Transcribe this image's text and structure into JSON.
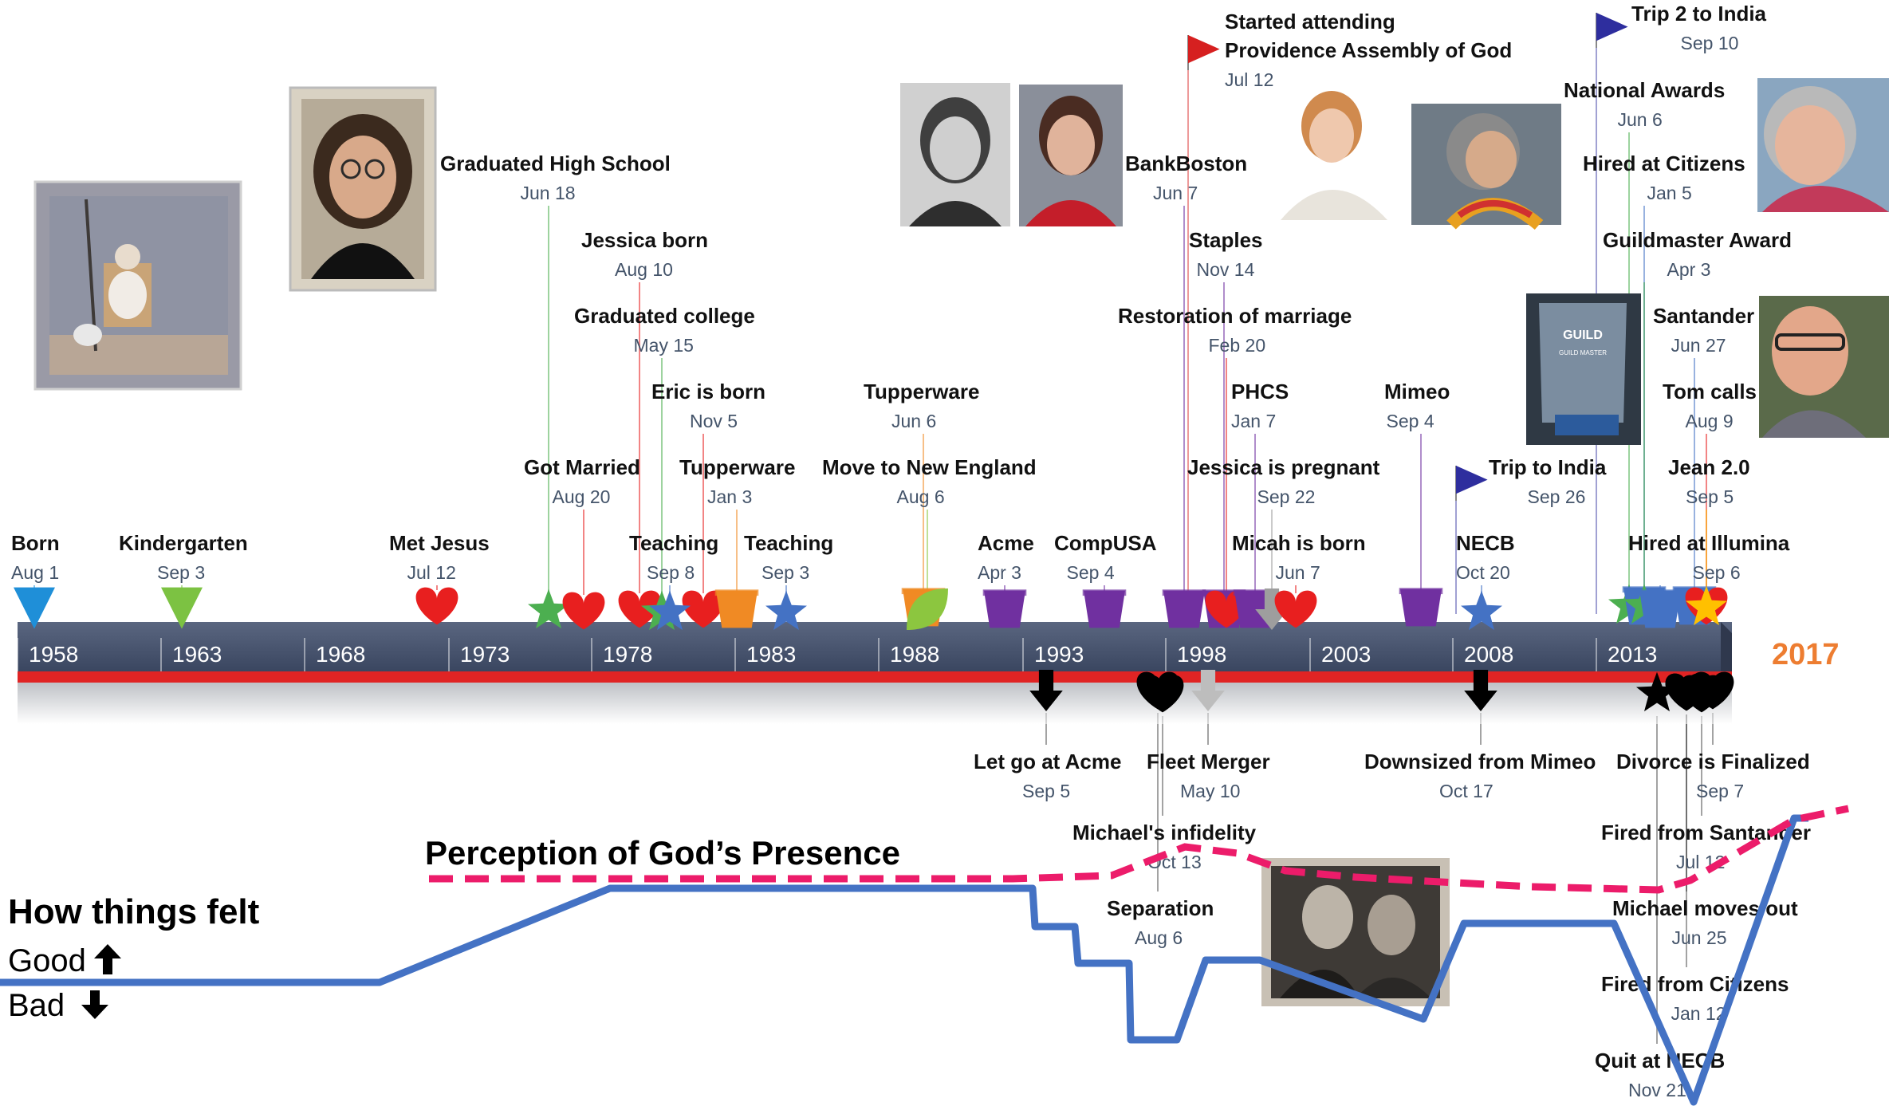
{
  "timeline": {
    "year_ticks": [
      "1958",
      "1963",
      "1968",
      "1973",
      "1978",
      "1983",
      "1988",
      "1993",
      "1998",
      "2003",
      "2008",
      "2013"
    ],
    "final_year": "2017",
    "colors": {
      "bar": "#44546A",
      "underline": "#E02424",
      "final_year": "#ED7D31",
      "god_line": "#EC1C6A",
      "feel_line": "#4472C4"
    }
  },
  "events_above": [
    {
      "title": "Born",
      "date": "Aug 1",
      "marker": "triangle-down-icon",
      "color": "#1F8FD8"
    },
    {
      "title": "Kindergarten",
      "date": "Sep 3",
      "marker": "triangle-down-icon",
      "color": "#7CC242"
    },
    {
      "title": "Met Jesus",
      "date": "Jul 12",
      "marker": "heart-icon",
      "color": "#E81F1F"
    },
    {
      "title": "Graduated High School",
      "date": "Jun 18",
      "marker": "star-icon",
      "color": "#4CAF50"
    },
    {
      "title": "Got Married",
      "date": "Aug 20",
      "marker": "heart-icon",
      "color": "#E81F1F"
    },
    {
      "title": "Jessica born",
      "date": "Aug 10",
      "marker": "heart-icon",
      "color": "#E81F1F"
    },
    {
      "title": "Graduated college",
      "date": "May 15",
      "marker": "star-icon",
      "color": "#4CAF50"
    },
    {
      "title": "Eric is born",
      "date": "Nov 5",
      "marker": "heart-icon",
      "color": "#E81F1F"
    },
    {
      "title": "Teaching",
      "date": "Sep 8",
      "marker": "star-icon",
      "color": "#4472C4"
    },
    {
      "title": "Tupperware",
      "date": "Jan 3",
      "marker": "bucket-icon",
      "color": "#F08A24"
    },
    {
      "title": "Teaching",
      "date": "Sep 3",
      "marker": "star-icon",
      "color": "#4472C4"
    },
    {
      "title": "Tupperware",
      "date": "Jun 6",
      "marker": "bucket-icon",
      "color": "#F08A24"
    },
    {
      "title": "Move to New England",
      "date": "Aug 6",
      "marker": "leaf-icon",
      "color": "#8CC63F"
    },
    {
      "title": "Acme",
      "date": "Apr 3",
      "marker": "bucket-icon",
      "color": "#7030A0"
    },
    {
      "title": "CompUSA",
      "date": "Sep 4",
      "marker": "bucket-icon",
      "color": "#7030A0"
    },
    {
      "title": "BankBoston",
      "date": "Jun 7",
      "marker": "bucket-icon",
      "color": "#7030A0"
    },
    {
      "title": "Started attending Providence Assembly of God",
      "date": "Jul 12",
      "marker": "flag-icon",
      "color": "#D62020"
    },
    {
      "title": "Staples",
      "date": "Nov 14",
      "marker": "bucket-icon",
      "color": "#7030A0"
    },
    {
      "title": "Restoration of marriage",
      "date": "Feb 20",
      "marker": "heart-icon",
      "color": "#E81F1F"
    },
    {
      "title": "PHCS",
      "date": "Jan 7",
      "marker": "bucket-icon",
      "color": "#7030A0"
    },
    {
      "title": "Jessica is pregnant",
      "date": "Sep 22",
      "marker": "arrow-down-icon",
      "color": "#9E9E9E"
    },
    {
      "title": "Micah is born",
      "date": "Jun 7",
      "marker": "heart-icon",
      "color": "#E81F1F"
    },
    {
      "title": "Mimeo",
      "date": "Sep 4",
      "marker": "bucket-icon",
      "color": "#7030A0"
    },
    {
      "title": "NECB",
      "date": "Oct 20",
      "marker": "star-icon",
      "color": "#4472C4"
    },
    {
      "title": "Trip to India",
      "date": "Sep 26",
      "marker": "flag-icon",
      "color": "#2E2E9E"
    },
    {
      "title": "Trip 2 to India",
      "date": "Sep 10",
      "marker": "flag-icon",
      "color": "#2E2E9E"
    },
    {
      "title": "National Awards",
      "date": "Jun 6",
      "marker": "star-icon",
      "color": "#4CAF50"
    },
    {
      "title": "Hired at Citizens",
      "date": "Jan 5",
      "marker": "bucket-icon",
      "color": "#4472C4"
    },
    {
      "title": "Guildmaster Award",
      "date": "Apr 3",
      "marker": "star-icon",
      "color": "#4CAF50"
    },
    {
      "title": "Santander",
      "date": "Jun 27",
      "marker": "bucket-icon",
      "color": "#4472C4"
    },
    {
      "title": "Tom calls",
      "date": "Aug 9",
      "marker": "heart-icon",
      "color": "#E81F1F"
    },
    {
      "title": "Jean 2.0",
      "date": "Sep 5",
      "marker": "star-icon",
      "color": "#FFC000"
    },
    {
      "title": "Hired at Illumina",
      "date": "Sep 6",
      "marker": "bucket-icon",
      "color": "#4472C4"
    }
  ],
  "events_below": [
    {
      "title": "Let go at Acme",
      "date": "Sep 5",
      "marker": "arrow-down-icon",
      "color": "#000000"
    },
    {
      "title": "Fleet Merger",
      "date": "May 10",
      "marker": "arrow-down-icon",
      "color": "#BDBDBD"
    },
    {
      "title": "Michael's infidelity",
      "date": "Oct 13",
      "marker": "heart-icon",
      "color": "#000000"
    },
    {
      "title": "Separation",
      "date": "Aug 6",
      "marker": "heart-icon",
      "color": "#000000"
    },
    {
      "title": "Downsized from Mimeo",
      "date": "Oct 17",
      "marker": "arrow-down-icon",
      "color": "#000000"
    },
    {
      "title": "Divorce is Finalized",
      "date": "Sep 7",
      "marker": "heart-icon",
      "color": "#000000"
    },
    {
      "title": "Fired from Santander",
      "date": "Jul 12",
      "marker": "heart-icon",
      "color": "#000000"
    },
    {
      "title": "Michael moves out",
      "date": "Jun 25",
      "marker": "heart-icon",
      "color": "#000000"
    },
    {
      "title": "Fired from Citizens",
      "date": "Jan 12",
      "marker": "heart-icon",
      "color": "#000000"
    },
    {
      "title": "Quit at NECB",
      "date": "Nov 21",
      "marker": "star-icon",
      "color": "#000000"
    }
  ],
  "perception_label": "Perception of God’s Presence",
  "feel_legend": {
    "title": "How things felt",
    "good": "Good",
    "bad": "Bad"
  },
  "photos": [
    {
      "name": "baby-photo",
      "desc": "baby in chair"
    },
    {
      "name": "graduation-portrait",
      "desc": "high school portrait"
    },
    {
      "name": "portrait-gray-1990s",
      "desc": "woman portrait black and white"
    },
    {
      "name": "portrait-red-1990s",
      "desc": "woman portrait red"
    },
    {
      "name": "portrait-blazer",
      "desc": "woman in blazer"
    },
    {
      "name": "portrait-india-garland",
      "desc": "woman with flower garland"
    },
    {
      "name": "guild-award-photo",
      "desc": "glass award"
    },
    {
      "name": "portrait-smiling-2017",
      "desc": "woman smiling outdoors"
    },
    {
      "name": "portrait-tom",
      "desc": "man with glasses"
    },
    {
      "name": "couple-photo-vintage",
      "desc": "vintage couple photograph"
    }
  ],
  "award_text": [
    "GUILD",
    "GUILD MASTER"
  ]
}
